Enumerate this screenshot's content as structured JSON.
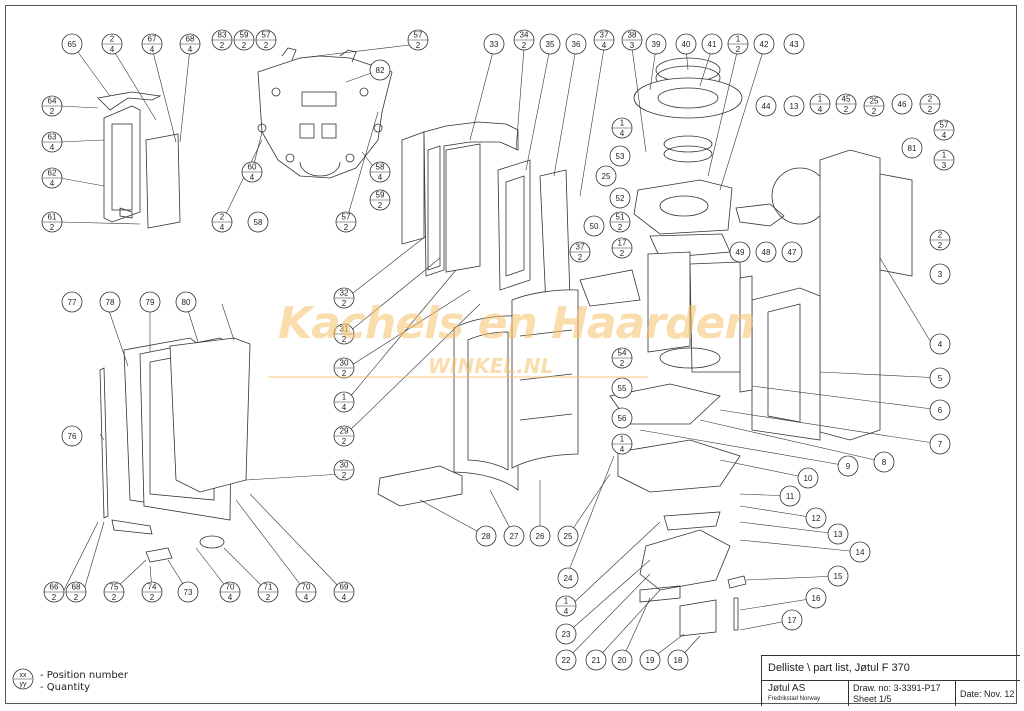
{
  "title_block": {
    "title": "Delliste \\ part list, Jøtul F 370",
    "company": "Jøtul AS",
    "city": "Fredrikstad Norway",
    "drawing_no": "Draw. no: 3-3391-P17",
    "sheet": "Sheet 1/5",
    "date": "Date: Nov. 12"
  },
  "legend": {
    "line1": "- Position number",
    "line2": "- Quantity",
    "symbol_top": "xx",
    "symbol_bottom": "yy"
  },
  "watermark": {
    "main": "Kachels en Haarden",
    "sub": "WINKEL.NL",
    "color": "#f6c36a"
  },
  "colors": {
    "line": "#333333",
    "fill": "#ffffff"
  },
  "callouts": [
    {
      "n": "65"
    },
    {
      "n": "2",
      "q": "4"
    },
    {
      "n": "67",
      "q": "4"
    },
    {
      "n": "68",
      "q": "4"
    },
    {
      "n": "83",
      "q": "2"
    },
    {
      "n": "59",
      "q": "2"
    },
    {
      "n": "57",
      "q": "2"
    },
    {
      "n": "57",
      "q": "2"
    },
    {
      "n": "82"
    },
    {
      "n": "64",
      "q": "2"
    },
    {
      "n": "63",
      "q": "4"
    },
    {
      "n": "62",
      "q": "4"
    },
    {
      "n": "61",
      "q": "2"
    },
    {
      "n": "60",
      "q": "4"
    },
    {
      "n": "2",
      "q": "4"
    },
    {
      "n": "58"
    },
    {
      "n": "58",
      "q": "4"
    },
    {
      "n": "59",
      "q": "2"
    },
    {
      "n": "57",
      "q": "2"
    },
    {
      "n": "33"
    },
    {
      "n": "34",
      "q": "2"
    },
    {
      "n": "35"
    },
    {
      "n": "36"
    },
    {
      "n": "37",
      "q": "4"
    },
    {
      "n": "38",
      "q": "3"
    },
    {
      "n": "39"
    },
    {
      "n": "40"
    },
    {
      "n": "41"
    },
    {
      "n": "1",
      "q": "2"
    },
    {
      "n": "42"
    },
    {
      "n": "43"
    },
    {
      "n": "44"
    },
    {
      "n": "13"
    },
    {
      "n": "1",
      "q": "4"
    },
    {
      "n": "45",
      "q": "2"
    },
    {
      "n": "25",
      "q": "2"
    },
    {
      "n": "46"
    },
    {
      "n": "2",
      "q": "2"
    },
    {
      "n": "57",
      "q": "4"
    },
    {
      "n": "1",
      "q": "4"
    },
    {
      "n": "53"
    },
    {
      "n": "25"
    },
    {
      "n": "52"
    },
    {
      "n": "81"
    },
    {
      "n": "1",
      "q": "3"
    },
    {
      "n": "51",
      "q": "2"
    },
    {
      "n": "50"
    },
    {
      "n": "17",
      "q": "2"
    },
    {
      "n": "37",
      "q": "2"
    },
    {
      "n": "49"
    },
    {
      "n": "48"
    },
    {
      "n": "47"
    },
    {
      "n": "2",
      "q": "2"
    },
    {
      "n": "3"
    },
    {
      "n": "32",
      "q": "2"
    },
    {
      "n": "31",
      "q": "2"
    },
    {
      "n": "30",
      "q": "2"
    },
    {
      "n": "1",
      "q": "4"
    },
    {
      "n": "29",
      "q": "2"
    },
    {
      "n": "54",
      "q": "2"
    },
    {
      "n": "55"
    },
    {
      "n": "56"
    },
    {
      "n": "4"
    },
    {
      "n": "5"
    },
    {
      "n": "6"
    },
    {
      "n": "7"
    },
    {
      "n": "8"
    },
    {
      "n": "9"
    },
    {
      "n": "10"
    },
    {
      "n": "1",
      "q": "4"
    },
    {
      "n": "77"
    },
    {
      "n": "78"
    },
    {
      "n": "79"
    },
    {
      "n": "80"
    },
    {
      "n": "76"
    },
    {
      "n": "30",
      "q": "2"
    },
    {
      "n": "28"
    },
    {
      "n": "27"
    },
    {
      "n": "26"
    },
    {
      "n": "25"
    },
    {
      "n": "24"
    },
    {
      "n": "11"
    },
    {
      "n": "12"
    },
    {
      "n": "13"
    },
    {
      "n": "14"
    },
    {
      "n": "15"
    },
    {
      "n": "16"
    },
    {
      "n": "17"
    },
    {
      "n": "1",
      "q": "4"
    },
    {
      "n": "23"
    },
    {
      "n": "22"
    },
    {
      "n": "21"
    },
    {
      "n": "20"
    },
    {
      "n": "19"
    },
    {
      "n": "18"
    },
    {
      "n": "66",
      "q": "2"
    },
    {
      "n": "68",
      "q": "2"
    },
    {
      "n": "75",
      "q": "2"
    },
    {
      "n": "74",
      "q": "2"
    },
    {
      "n": "73"
    },
    {
      "n": "70",
      "q": "4"
    },
    {
      "n": "71",
      "q": "2"
    },
    {
      "n": "70",
      "q": "4"
    },
    {
      "n": "69",
      "q": "4"
    }
  ]
}
